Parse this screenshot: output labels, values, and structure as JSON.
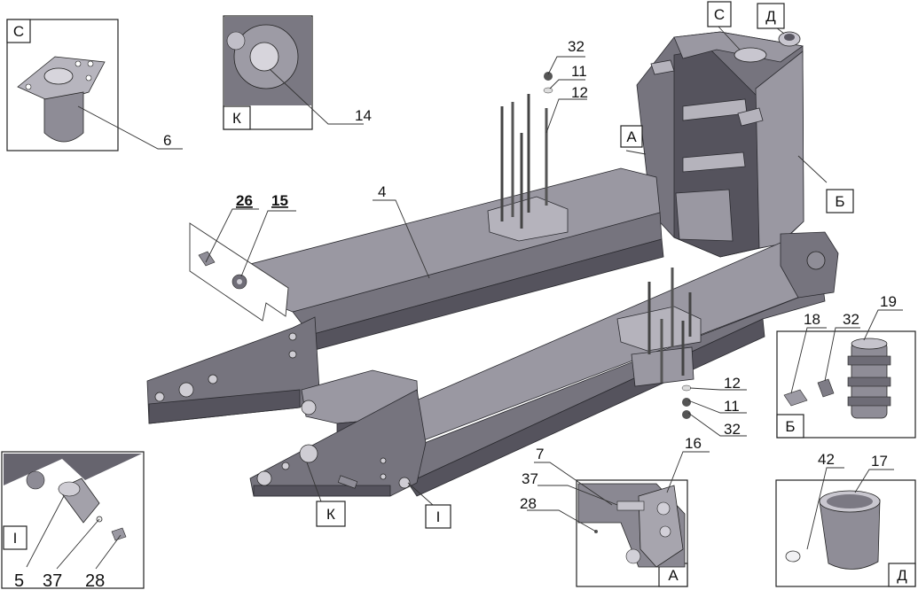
{
  "part_labels": {
    "p6": "6",
    "p14": "14",
    "p32_top": "32",
    "p11_top": "11",
    "p12_top": "12",
    "p4": "4",
    "p26": "26",
    "p15": "15",
    "p18": "18",
    "p32_b": "32",
    "p19": "19",
    "p12_bot": "12",
    "p11_bot": "11",
    "p32_bot": "32",
    "p7": "7",
    "p16": "16",
    "p37_a": "37",
    "p28_a": "28",
    "p42": "42",
    "p17": "17",
    "p5": "5",
    "p37_i": "37",
    "p28_i": "28"
  },
  "view_tags": {
    "c_box": "С",
    "k_box": "К",
    "b_box": "Б",
    "a_box": "А",
    "d_box": "Д",
    "i_box": "I",
    "c_main": "С",
    "d_main": "Д",
    "a_main": "А",
    "b_main": "Б",
    "k_main": "К",
    "i_main": "I"
  },
  "colors": {
    "frame": "#6d6b75",
    "frame_shadow": "#4e4c56",
    "frame_highlight": "#a9a7b0"
  }
}
